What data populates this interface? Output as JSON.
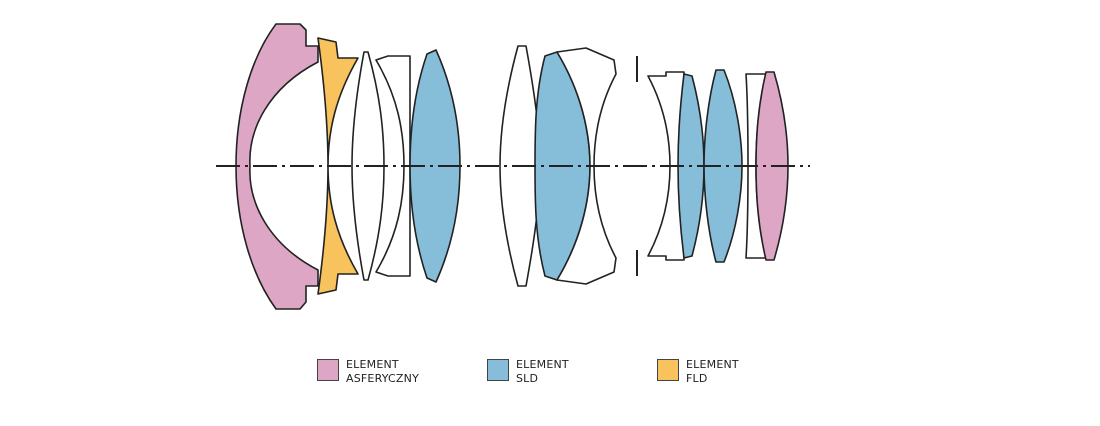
{
  "colors": {
    "aspherical": "#dca6c4",
    "sld": "#86bed9",
    "fld": "#f8c25c",
    "plain": "#ffffff",
    "outline": "#222222"
  },
  "legend": [
    {
      "key": "aspherical",
      "line1": "ELEMENT",
      "line2": "ASFERYCZNY"
    },
    {
      "key": "sld",
      "line1": "ELEMENT",
      "line2": "SLD"
    },
    {
      "key": "fld",
      "line1": "ELEMENT",
      "line2": "FLD"
    }
  ]
}
